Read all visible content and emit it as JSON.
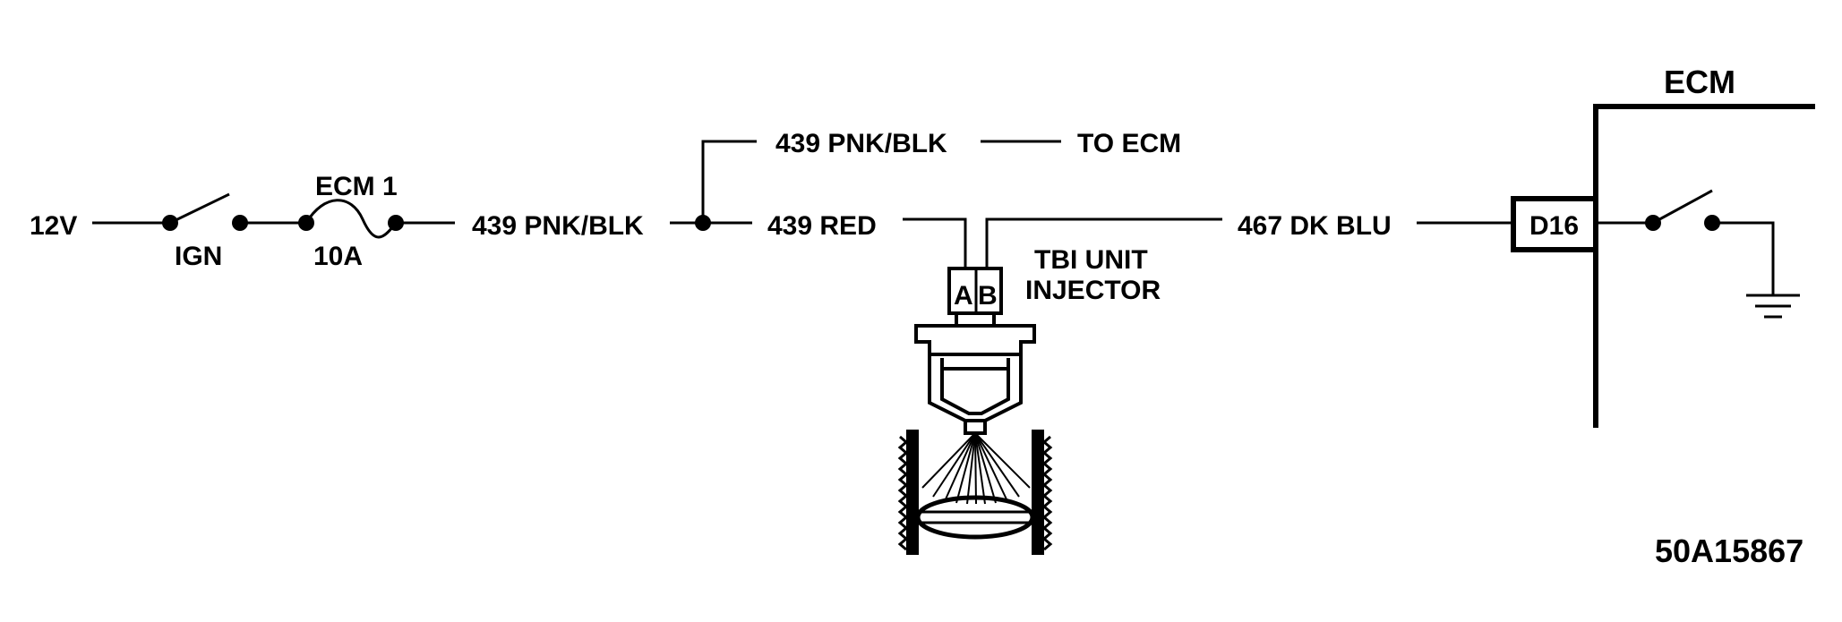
{
  "diagram": {
    "source_label": "12V",
    "ignition_switch_label": "IGN",
    "fuse": {
      "name": "ECM 1",
      "rating": "10A"
    },
    "wires": {
      "feed": "439 PNK/BLK",
      "branch": "439 PNK/BLK",
      "branch_destination": "TO ECM",
      "injector_feed": "439 RED",
      "control": "467 DK BLU"
    },
    "injector": {
      "label_line1": "TBI UNIT",
      "label_line2": "INJECTOR",
      "pin_a": "A",
      "pin_b": "B"
    },
    "ecm": {
      "label": "ECM",
      "terminal": "D16"
    },
    "figure_id": "50A15867"
  }
}
